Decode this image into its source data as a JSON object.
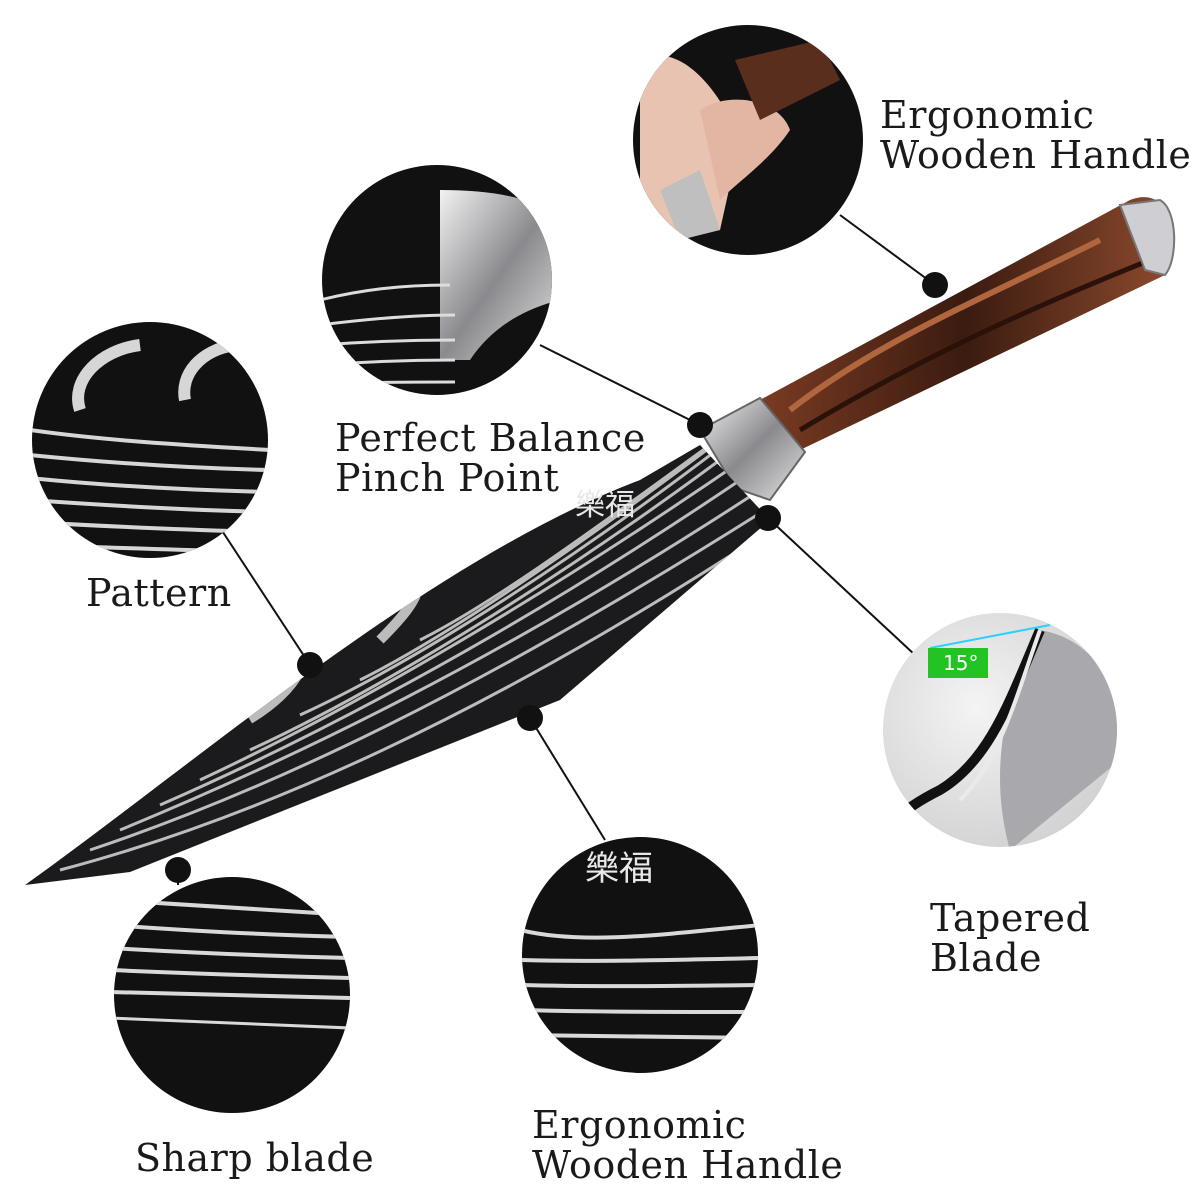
{
  "labels": {
    "handle_top": {
      "line1": "Ergonomic",
      "line2": "Wooden Handle"
    },
    "balance": {
      "line1": "Perfect Balance",
      "line2": "Pinch Point"
    },
    "pattern": {
      "line1": "Pattern"
    },
    "tapered": {
      "line1": "Tapered",
      "line2": "Blade"
    },
    "sharp": {
      "line1": "Sharp blade"
    },
    "handle_bottom": {
      "line1": "Ergonomic",
      "line2": "Wooden Handle"
    }
  },
  "angle_badge": "15°",
  "colors": {
    "blade": "#1b1b1d",
    "pattern": "#d9d9d9",
    "handle": "#5a2e1c",
    "steel": "#c9c9cc",
    "badge": "#22c322"
  }
}
